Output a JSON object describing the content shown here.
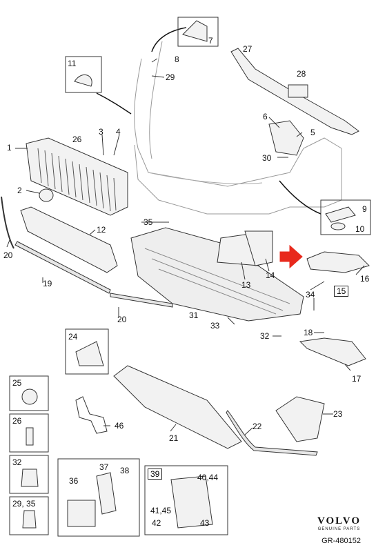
{
  "callouts": {
    "c1": "1",
    "c2": "2",
    "c3": "3",
    "c4": "4",
    "c5": "5",
    "c6": "6",
    "c7": "7",
    "c8": "8",
    "c9": "9",
    "c10": "10",
    "c11": "11",
    "c12": "12",
    "c13": "13",
    "c14": "14",
    "c15": "15",
    "c16": "16",
    "c17": "17",
    "c18": "18",
    "c19": "19",
    "c20a": "20",
    "c20b": "20",
    "c21": "21",
    "c22": "22",
    "c23": "23",
    "c24": "24",
    "c25": "25",
    "c26a": "26",
    "c26b": "26",
    "c27": "27",
    "c28": "28",
    "c29a": "29",
    "c2935": "29, 35",
    "c30": "30",
    "c31": "31",
    "c32a": "32",
    "c32b": "32",
    "c33": "33",
    "c34": "34",
    "c35": "35",
    "c36": "36",
    "c37": "37",
    "c38": "38",
    "c39": "39",
    "c4044": "40,44",
    "c4145": "41,45",
    "c42": "42",
    "c43": "43",
    "c46": "46"
  },
  "brand": {
    "name": "VOLVO",
    "sub": "GENUINE PARTS"
  },
  "figure_id": "GR-480152",
  "colors": {
    "line": "#333333",
    "highlight_arrow": "#e8291c",
    "fill": "#f2f2f2"
  }
}
